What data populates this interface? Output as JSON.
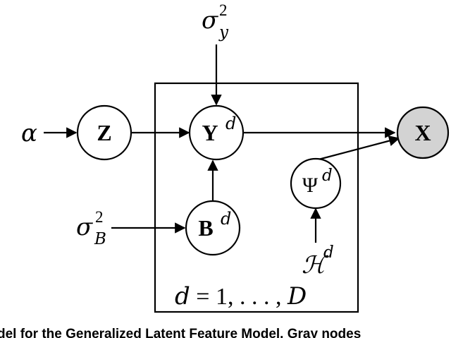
{
  "nodes": {
    "z": {
      "text": "Z"
    },
    "y": {
      "text": "Y",
      "sup": "d"
    },
    "b": {
      "text": "B",
      "sup": "d"
    },
    "psi": {
      "text": "Ψ",
      "sup": "d"
    },
    "x": {
      "text": "X"
    }
  },
  "hyperparameters": {
    "alpha": {
      "text": "α"
    },
    "sigma_y": {
      "base": "σ",
      "sup": "2",
      "sub": "y"
    },
    "sigma_b": {
      "base": "σ",
      "sup": "2",
      "sub": "B"
    },
    "h": {
      "text": "ℋ",
      "sup": "d"
    }
  },
  "plate": {
    "label_var": "d",
    "label_rest": " = 1, . . . , ",
    "label_end": "D"
  },
  "caption": {
    "text": "del for the Generalized Latent Feature Model. Gray nodes"
  },
  "colors": {
    "observed_fill": "#d3d3d3",
    "stroke": "#000000"
  }
}
